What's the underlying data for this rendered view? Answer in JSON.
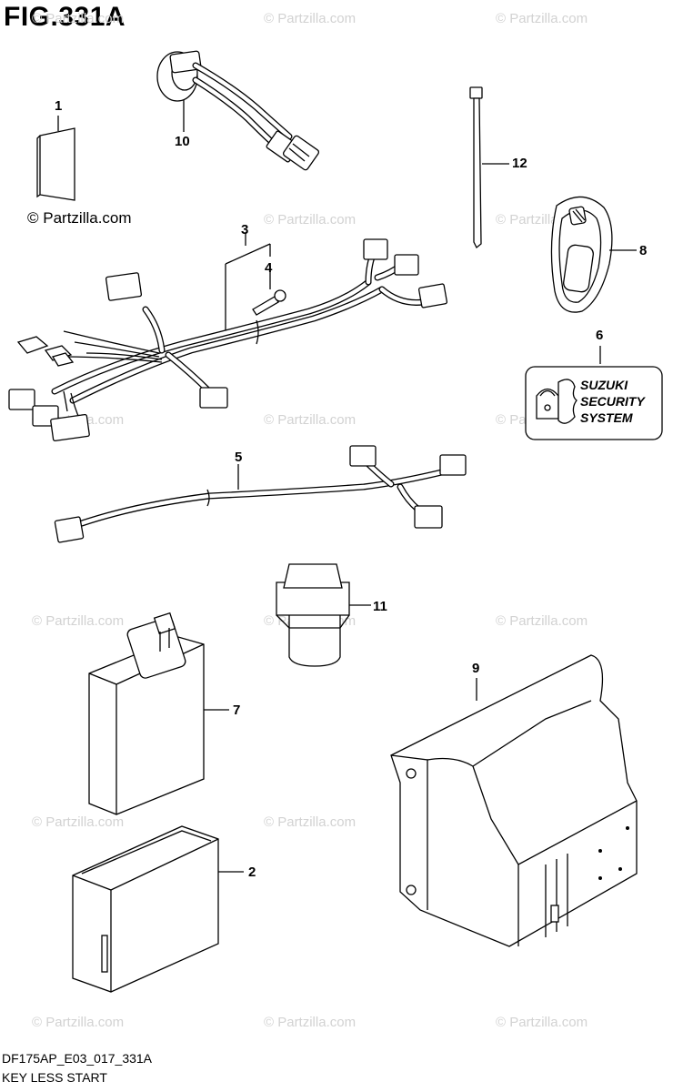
{
  "figure": {
    "title": "FIG.331A",
    "code": "DF175AP_E03_017_331A",
    "name": "KEY LESS START",
    "copyright": "© Partzilla.com",
    "watermark": "© Partzilla.com"
  },
  "callouts": {
    "p1": "1",
    "p2": "2",
    "p3": "3",
    "p4": "4",
    "p5": "5",
    "p6": "6",
    "p7": "7",
    "p8": "8",
    "p9": "9",
    "p10": "10",
    "p11": "11",
    "p12": "12"
  },
  "badge": {
    "line1": "SUZUKI",
    "line2": "SECURITY",
    "line3": "SYSTEM"
  }
}
